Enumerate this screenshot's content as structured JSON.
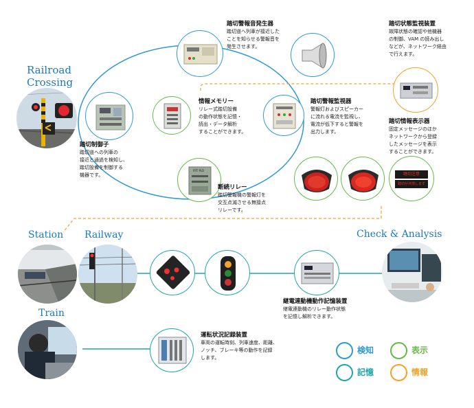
{
  "sections": {
    "railroad_crossing": [
      "Railroad",
      "Crossing"
    ],
    "station": "Station",
    "railway": "Railway",
    "check_analysis": "Check & Analysis",
    "train": "Train"
  },
  "devices": {
    "crossing_controller": {
      "title": "踏切制御子",
      "lines": [
        "踏切道への列車の",
        "接近と通過を検知し、",
        "踏切設備を制御する",
        "機器です。"
      ]
    },
    "alarm_generator": {
      "title": "踏切警報音発生器",
      "lines": [
        "踏切道へ列車が接近した",
        "ことを知らせる警報音を",
        "発生させます。"
      ]
    },
    "status_monitor": {
      "title": "踏切状態監視装置",
      "lines": [
        "故障状態の確認や他機器",
        "の制御、VAM の読み出し",
        "などが、ネットワーク経由",
        "で行えます。"
      ]
    },
    "info_memory": {
      "title": "情報メモリー",
      "lines": [
        "リレー式踏切設備",
        "の動作状態を記憶・",
        "読出・データ解析",
        "することができます。"
      ]
    },
    "alarm_monitor": {
      "title": "踏切警報監視器",
      "lines": [
        "警報灯およびスピーカー",
        "に流れる電流を監視し、",
        "電流が低下すると警報を",
        "出力します。"
      ]
    },
    "info_display": {
      "title": "踏切情報表示器",
      "lines": [
        "固定メッセージのほか",
        "ネットワークから登録",
        "したメッセージを表示",
        "することができます。"
      ]
    },
    "flasher_relay": {
      "title": "断続リレー",
      "lines": [
        "踏切警報機の警報灯を",
        "交互点滅させる無接点",
        "リレーです。"
      ]
    },
    "relay_recorder": {
      "title": "継電連動機動作記憶装置",
      "lines": [
        "継電連動機のリレー動作状態",
        "を記憶し解析できます。"
      ]
    },
    "operation_recorder": {
      "title": "運転状況記録装置",
      "lines": [
        "車両の運転時刻、列車速度、距離、",
        "ノッチ、ブレーキ等の動作を記録",
        "します。"
      ]
    }
  },
  "display_messages": [
    "踏切注意",
    "踏切が渋滞します"
  ],
  "device_labels": {
    "relay_box": "FRT PLD"
  },
  "legend": [
    {
      "label": "検知",
      "color": "#2e9ad1"
    },
    {
      "label": "表示",
      "color": "#67b84a"
    },
    {
      "label": "記憶",
      "color": "#1fa7a4"
    },
    {
      "label": "情報",
      "color": "#f0a22a"
    }
  ],
  "colors": {
    "section_blue": "#1b79b9",
    "detect_blue": "#2e9ad1",
    "display_green": "#67b84a",
    "memory_teal": "#1fa7a4",
    "info_orange": "#f0a22a"
  }
}
